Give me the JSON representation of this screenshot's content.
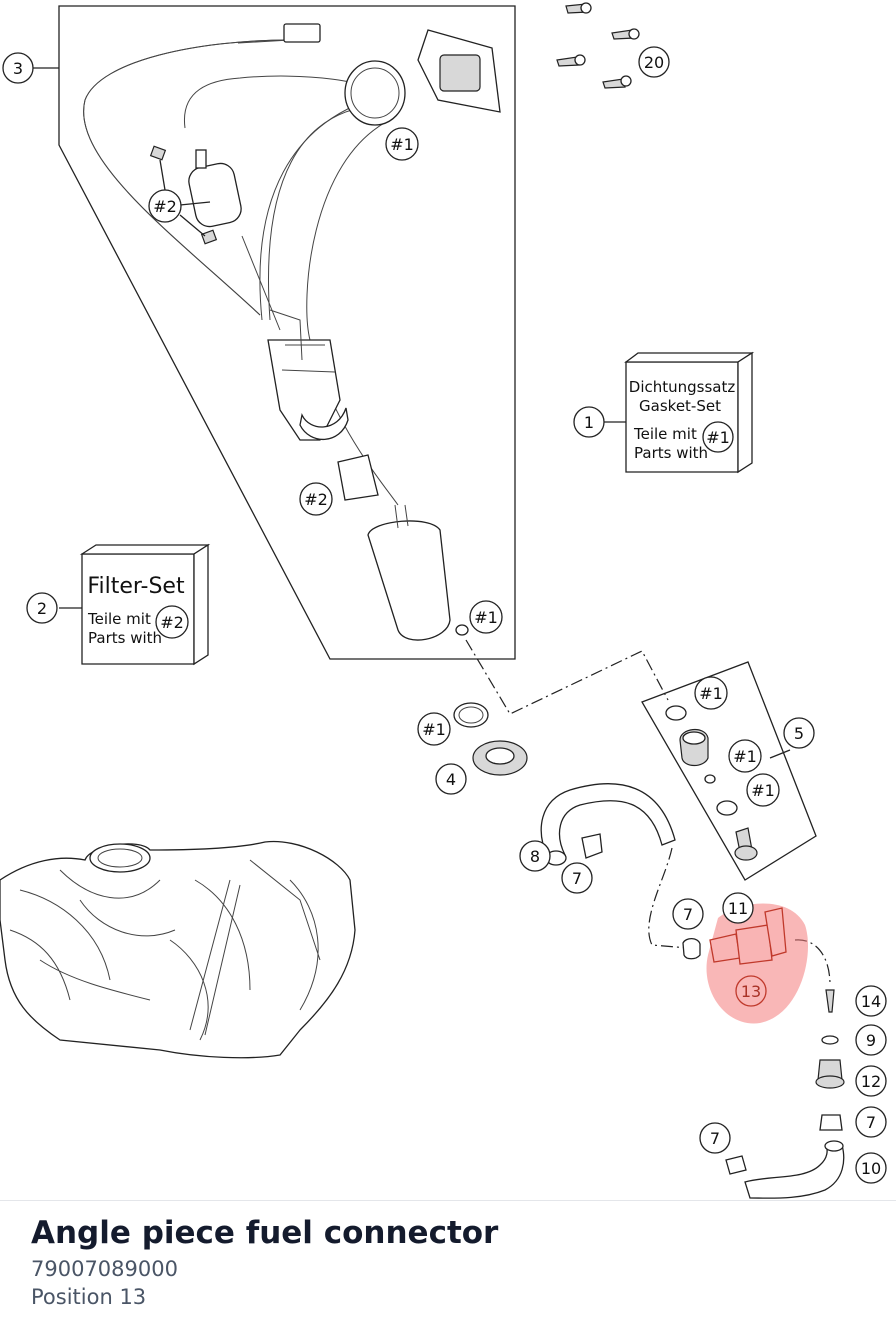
{
  "callouts": {
    "c1": "1",
    "c2": "2",
    "c3": "3",
    "c4": "4",
    "c5": "5",
    "c7a": "7",
    "c7b": "7",
    "c7c": "7",
    "c7d": "7",
    "c8": "8",
    "c9": "9",
    "c10": "10",
    "c11": "11",
    "c12": "12",
    "c13": "13",
    "c14": "14",
    "c20": "20",
    "h1a": "#1",
    "h1b": "#1",
    "h1c": "#1",
    "h1d": "#1",
    "h1e": "#1",
    "h1f": "#1",
    "h2a": "#2",
    "h2b": "#2"
  },
  "kits": {
    "gasket": {
      "title_de": "Dichtungssatz",
      "title_en": "Gasket-Set",
      "line1": "Teile mit",
      "line2": "Parts with",
      "ref": "#1"
    },
    "filter": {
      "title": "Filter-Set",
      "line1": "Teile mit",
      "line2": "Parts with",
      "ref": "#2"
    }
  },
  "highlight_color": "#f47c7c",
  "caption": {
    "title": "Angle piece fuel connector",
    "part_number": "79007089000",
    "position": "Position 13"
  }
}
